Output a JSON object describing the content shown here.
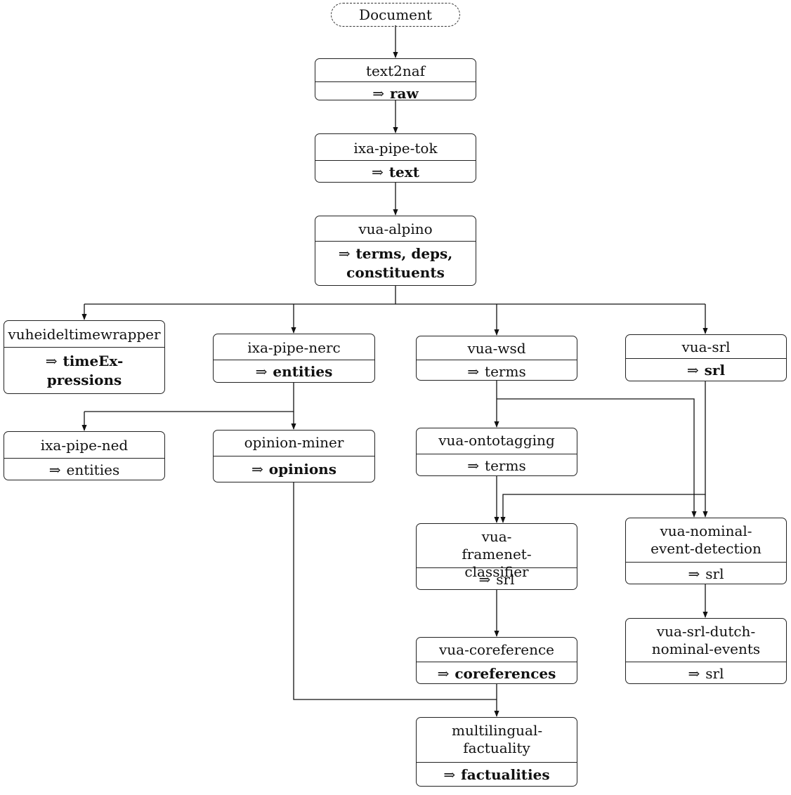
{
  "diagram": {
    "source": "Document",
    "nodes": [
      {
        "id": "text2naf",
        "name": "text2naf",
        "output": "raw",
        "output_bold": true
      },
      {
        "id": "ixa-pipe-tok",
        "name": "ixa-pipe-tok",
        "output": "text",
        "output_bold": true
      },
      {
        "id": "vua-alpino",
        "name": "vua-alpino",
        "output": "terms, deps, constituents",
        "output_bold": true
      },
      {
        "id": "vuheideltimewrapper",
        "name": "vuheideltimewrapper",
        "output": "timeEx- pressions",
        "output_bold": true
      },
      {
        "id": "ixa-pipe-nerc",
        "name": "ixa-pipe-nerc",
        "output": "entities",
        "output_bold": true
      },
      {
        "id": "vua-wsd",
        "name": "vua-wsd",
        "output": "terms",
        "output_bold": false
      },
      {
        "id": "vua-srl",
        "name": "vua-srl",
        "output": "srl",
        "output_bold": true
      },
      {
        "id": "ixa-pipe-ned",
        "name": "ixa-pipe-ned",
        "output": "entities",
        "output_bold": false
      },
      {
        "id": "opinion-miner",
        "name": "opinion-miner",
        "output": "opinions",
        "output_bold": true
      },
      {
        "id": "vua-ontotagging",
        "name": "vua-ontotagging",
        "output": "terms",
        "output_bold": false
      },
      {
        "id": "vua-framenet-classifier",
        "name": "vua-framenet- classifier",
        "output": "srl",
        "output_bold": false
      },
      {
        "id": "vua-nominal-event-detection",
        "name": "vua-nominal- event-detection",
        "output": "srl",
        "output_bold": false
      },
      {
        "id": "vua-coreference",
        "name": "vua-coreference",
        "output": "coreferences",
        "output_bold": true
      },
      {
        "id": "vua-srl-dutch-nominal-events",
        "name": "vua-srl-dutch- nominal-events",
        "output": "srl",
        "output_bold": false
      },
      {
        "id": "multilingual-factuality",
        "name": "multilingual- factuality",
        "output": "factualities",
        "output_bold": true
      }
    ],
    "edges": [
      {
        "from": "Document",
        "to": "text2naf"
      },
      {
        "from": "text2naf",
        "to": "ixa-pipe-tok"
      },
      {
        "from": "ixa-pipe-tok",
        "to": "vua-alpino"
      },
      {
        "from": "vua-alpino",
        "to": "vuheideltimewrapper"
      },
      {
        "from": "vua-alpino",
        "to": "ixa-pipe-nerc"
      },
      {
        "from": "vua-alpino",
        "to": "vua-wsd"
      },
      {
        "from": "vua-alpino",
        "to": "vua-srl"
      },
      {
        "from": "ixa-pipe-nerc",
        "to": "ixa-pipe-ned"
      },
      {
        "from": "ixa-pipe-nerc",
        "to": "opinion-miner"
      },
      {
        "from": "vua-wsd",
        "to": "vua-ontotagging"
      },
      {
        "from": "vua-wsd",
        "to": "vua-nominal-event-detection"
      },
      {
        "from": "vua-ontotagging",
        "to": "vua-framenet-classifier"
      },
      {
        "from": "vua-srl",
        "to": "vua-framenet-classifier"
      },
      {
        "from": "vua-srl",
        "to": "vua-nominal-event-detection"
      },
      {
        "from": "vua-framenet-classifier",
        "to": "vua-coreference"
      },
      {
        "from": "vua-nominal-event-detection",
        "to": "vua-srl-dutch-nominal-events"
      },
      {
        "from": "vua-coreference",
        "to": "multilingual-factuality"
      },
      {
        "from": "opinion-miner",
        "to": "multilingual-factuality"
      }
    ],
    "arrow_symbol": "⇒"
  }
}
